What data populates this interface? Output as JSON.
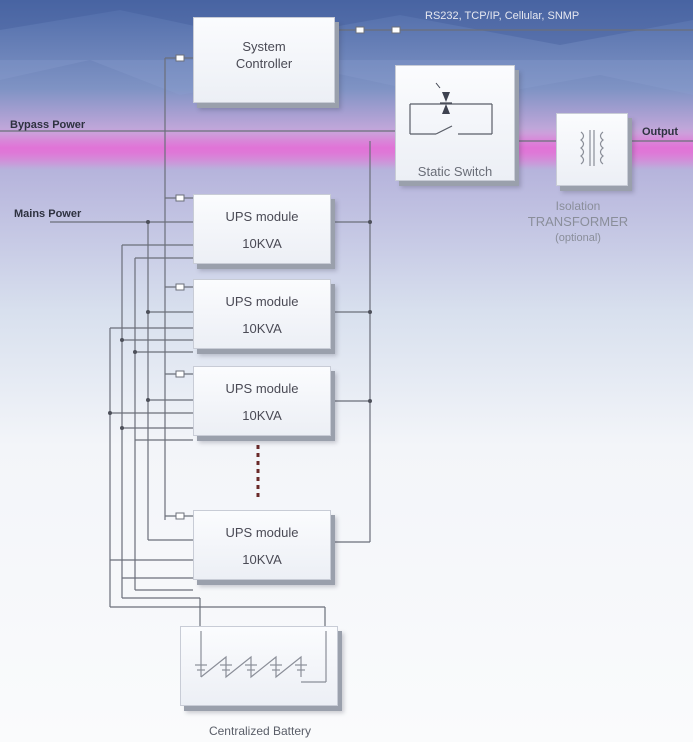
{
  "colors": {
    "background_top": "#5a78b8",
    "background_mid": "#e46ad6",
    "wire": "#6b6f7a",
    "box_fill": "#f4f6fa",
    "dashed_connector": "#6a2a2a"
  },
  "labels": {
    "comm": "RS232, TCP/IP, Cellular, SNMP",
    "bypass_power": "Bypass Power",
    "mains_power": "Mains Power",
    "output": "Output",
    "static_switch": "Static Switch",
    "transformer_line1": "Isolation",
    "transformer_line2": "TRANSFORMER",
    "transformer_line3": "(optional)",
    "battery": "Centralized Battery"
  },
  "controller": {
    "line1": "System",
    "line2": "Controller"
  },
  "ups_modules": [
    {
      "name": "UPS module",
      "rating": "10KVA"
    },
    {
      "name": "UPS module",
      "rating": "10KVA"
    },
    {
      "name": "UPS module",
      "rating": "10KVA"
    },
    {
      "name": "UPS module",
      "rating": "10KVA"
    }
  ],
  "icons": {
    "thyristor": "thyristor-icon",
    "switch": "switch-icon",
    "transformer": "transformer-coil-icon",
    "battery": "battery-cells-icon",
    "connector": "plug-connector-icon"
  }
}
